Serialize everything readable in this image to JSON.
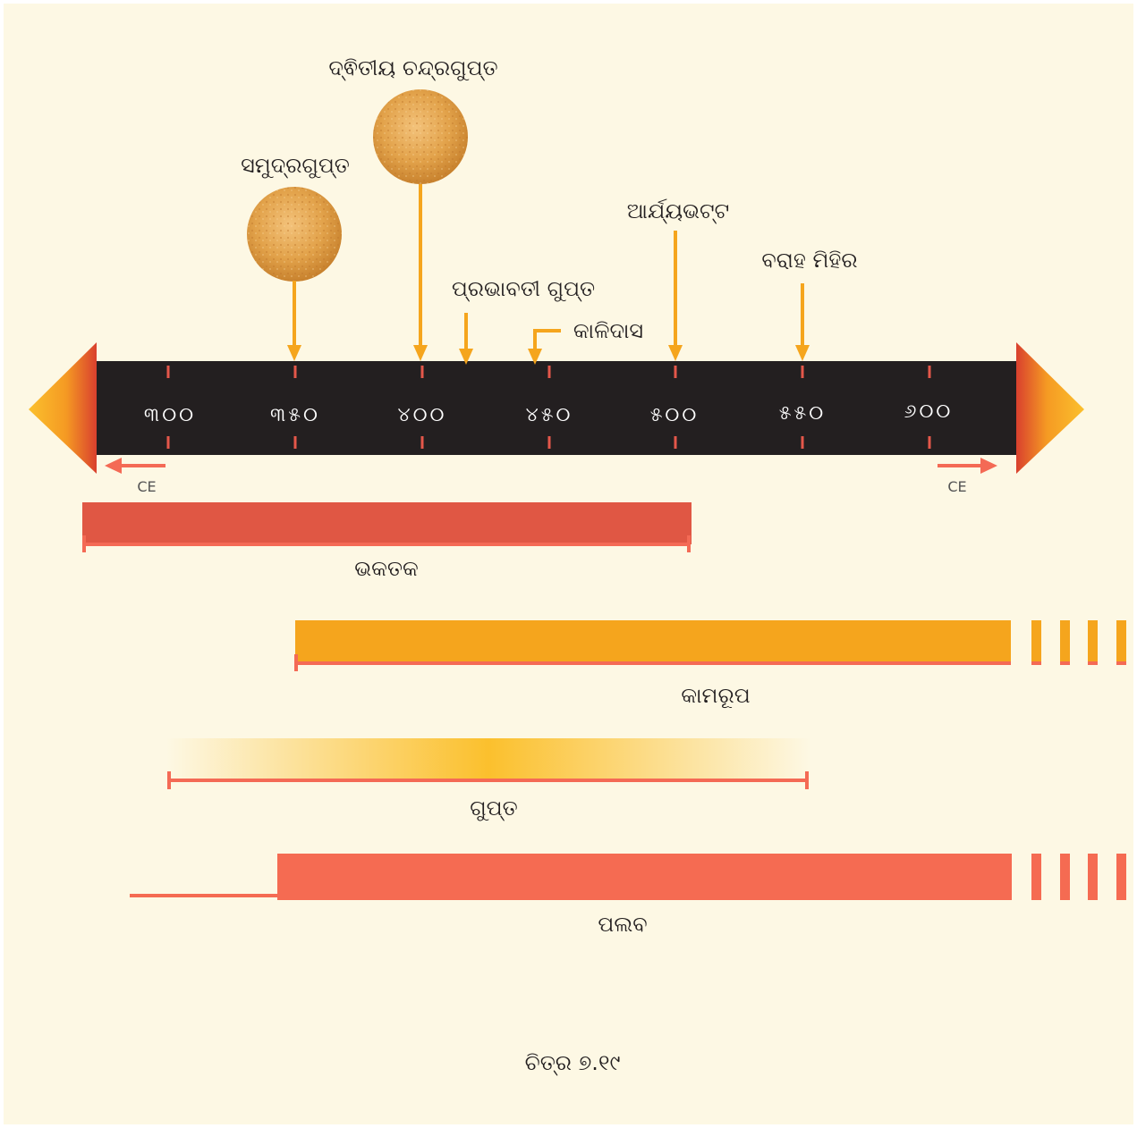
{
  "years": [
    "୩୦୦",
    "୩୫୦",
    "୪୦୦",
    "୪୫୦",
    "୫୦୦",
    "୫୫୦",
    "୬୦୦"
  ],
  "era_left": "CE",
  "era_right": "CE",
  "events": {
    "samudragupta": "ସମୁଦ୍ରଗୁପ୍ତ",
    "chandragupta": "ଦ୍ଵିତୀୟ ଚନ୍ଦ୍ରଗୁପ୍ତ",
    "prabhavati": "ପ୍ରଭାବତୀ ଗୁପ୍ତ",
    "kalidasa": "କାଳିଦାସ",
    "aryabhata": "ଆର୍ଯ୍ୟଭଟ୍ଟ",
    "varahamihira": "ବରାହ ମିହିର"
  },
  "dynasties": {
    "vakataka": "ଭକତକ",
    "kamarupa": "କାମରୂପ",
    "gupta": "ଗୁପ୍ତ",
    "pallava": "ପଲବ"
  },
  "caption": "ଚିତ୍ର ୭.୧୯",
  "colors": {
    "background": "#fdf8e4",
    "band": "#231f20",
    "tick": "#e4574a",
    "arrow_event": "#f5a51d",
    "vakataka": "#e05744",
    "kamarupa": "#f5a51d",
    "gupta": "#fbc02d",
    "pallava": "#f56b52",
    "bracket": "#f46a55"
  }
}
